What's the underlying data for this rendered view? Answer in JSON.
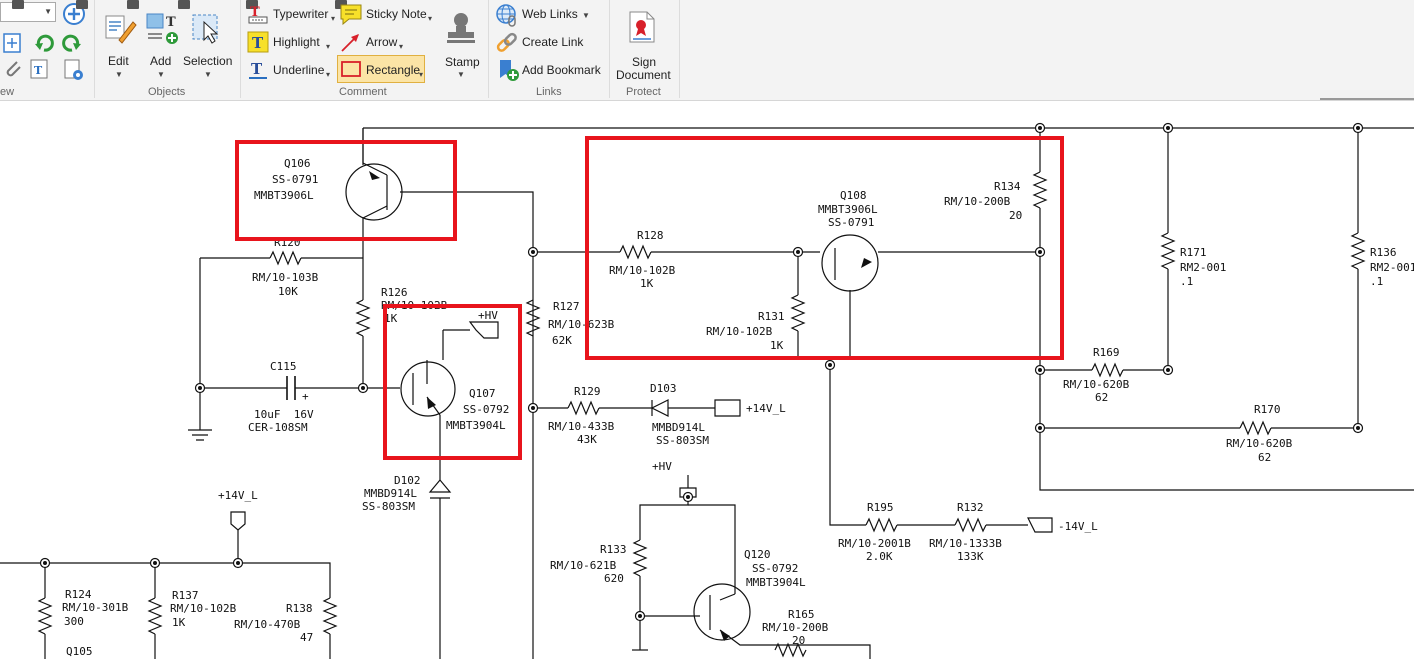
{
  "ribbon": {
    "view_group": "ew",
    "edit": "Edit",
    "add": "Add",
    "selection": "Selection",
    "objects_group": "Objects",
    "typewriter": "Typewriter",
    "highlight": "Highlight",
    "underline": "Underline",
    "sticky_note": "Sticky Note",
    "arrow": "Arrow",
    "rectangle": "Rectangle",
    "stamp": "Stamp",
    "comment_group": "Comment",
    "web_links": "Web Links",
    "create_link": "Create Link",
    "add_bookmark": "Add Bookmark",
    "links_group": "Links",
    "sign_document_1": "Sign",
    "sign_document_2": "Document",
    "protect_group": "Protect"
  },
  "icons": {
    "add_circle": "plus-circle-icon",
    "rotate_left": "rotate-left-icon",
    "rotate_right": "rotate-right-icon",
    "edit": "edit-objects-icon",
    "add": "add-objects-icon",
    "selection": "selection-icon",
    "typewriter": "typewriter-icon",
    "highlight": "highlight-icon",
    "underline": "underline-icon",
    "sticky_note": "sticky-note-icon",
    "arrow": "arrow-icon",
    "rectangle": "rectangle-icon",
    "stamp": "stamp-icon",
    "web_links": "globe-link-icon",
    "create_link": "chain-link-icon",
    "add_bookmark": "bookmark-icon",
    "sign": "sign-document-icon"
  },
  "colors": {
    "annotation_red": "#e8141c",
    "selected_button": "#fbe4a6"
  },
  "schematic": {
    "q106": [
      "Q106",
      "SS-0791",
      "MMBT3906L"
    ],
    "r120": [
      "R120",
      "RM/10-103B",
      "10K"
    ],
    "r126": [
      "R126",
      "RM/10-102B",
      "1K"
    ],
    "c115": [
      "C115",
      "+",
      "10uF  16V",
      "CER-108SM"
    ],
    "q107": [
      "+HV",
      "Q107",
      "SS-0792",
      "MMBT3904L"
    ],
    "r127": [
      "R127",
      "RM/10-623B",
      "62K"
    ],
    "r128": [
      "R128",
      "RM/10-102B",
      "1K"
    ],
    "q108": [
      "Q108",
      "MMBT3906L",
      "SS-0791"
    ],
    "r131": [
      "R131",
      "RM/10-102B",
      "1K"
    ],
    "r134": [
      "R134",
      "RM/10-200B",
      "20"
    ],
    "r171": [
      "R171",
      "RM2-001",
      ".1"
    ],
    "r136": [
      "R136",
      "RM2-001",
      ".1"
    ],
    "r169": [
      "R169",
      "RM/10-620B",
      "62"
    ],
    "r170": [
      "R170",
      "RM/10-620B",
      "62"
    ],
    "r129": [
      "R129",
      "RM/10-433B",
      "43K"
    ],
    "d103": [
      "D103",
      "MMBD914L",
      "SS-803SM"
    ],
    "hv14": "+14V_L",
    "d102": [
      "D102",
      "MMBD914L",
      "SS-803SM"
    ],
    "hv14b": "+14V_L",
    "hvplus": "+HV",
    "r195": [
      "R195",
      "RM/10-2001B",
      "2.0K"
    ],
    "r132": [
      "R132",
      "RM/10-1333B",
      "133K"
    ],
    "neg14": "-14V_L",
    "r133": [
      "R133",
      "RM/10-621B",
      "620"
    ],
    "q120": [
      "Q120",
      "SS-0792",
      "MMBT3904L"
    ],
    "r165": [
      "R165",
      "RM/10-200B",
      "20"
    ],
    "r124": [
      "R124",
      "RM/10-301B",
      "300"
    ],
    "r137": [
      "R137",
      "RM/10-102B",
      "1K"
    ],
    "r138": [
      "R138",
      "RM/10-470B",
      "47"
    ],
    "q105": "Q105"
  }
}
